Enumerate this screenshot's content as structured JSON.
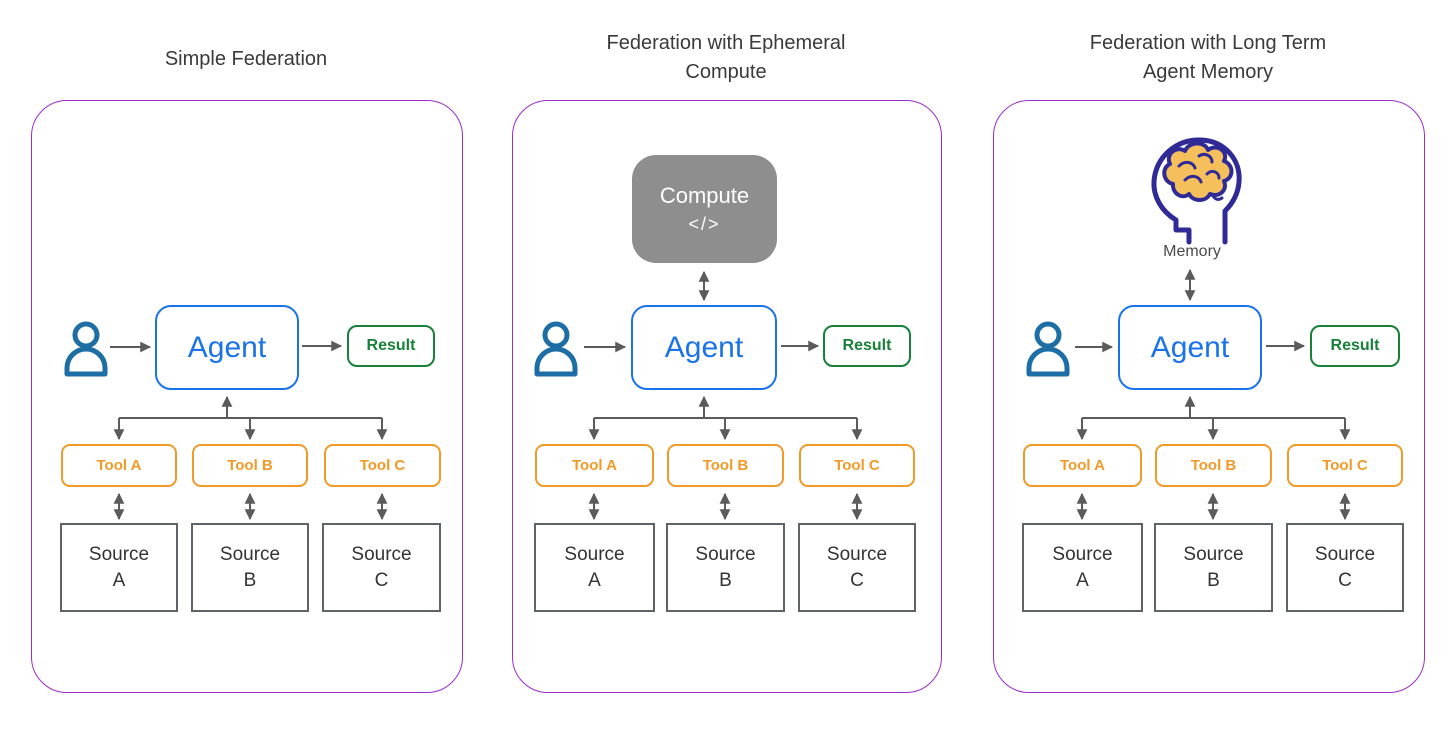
{
  "colors": {
    "panel_border": "#9C2BC9",
    "title_text": "#3A3A3A",
    "agent_blue": "#1A73E8",
    "person_blue": "#1C6EA4",
    "result_green": "#188038",
    "tool_orange": "#F09A28",
    "source_gray": "#5F6368",
    "compute_gray": "#8E8E8E",
    "compute_text": "#FFFFFF",
    "memory_indigo": "#2F2A95",
    "brain_fill": "#F5BF5C",
    "arrow_gray": "#5B5B5B"
  },
  "panels": [
    {
      "title_lines": [
        "Simple Federation"
      ],
      "user_icon": "person-icon",
      "agent_label": "Agent",
      "result_label": "Result",
      "tools": [
        "Tool A",
        "Tool B",
        "Tool C"
      ],
      "sources": [
        {
          "line1": "Source",
          "line2": "A"
        },
        {
          "line1": "Source",
          "line2": "B"
        },
        {
          "line1": "Source",
          "line2": "C"
        }
      ]
    },
    {
      "title_lines": [
        "Federation with Ephemeral",
        "Compute"
      ],
      "user_icon": "person-icon",
      "compute": {
        "label": "Compute",
        "code_glyph": "</>"
      },
      "agent_label": "Agent",
      "result_label": "Result",
      "tools": [
        "Tool A",
        "Tool B",
        "Tool C"
      ],
      "sources": [
        {
          "line1": "Source",
          "line2": "A"
        },
        {
          "line1": "Source",
          "line2": "B"
        },
        {
          "line1": "Source",
          "line2": "C"
        }
      ]
    },
    {
      "title_lines": [
        "Federation with Long Term",
        "Agent Memory"
      ],
      "user_icon": "person-icon",
      "memory": {
        "label": "Memory",
        "icon": "brain-head-icon"
      },
      "agent_label": "Agent",
      "result_label": "Result",
      "tools": [
        "Tool A",
        "Tool B",
        "Tool C"
      ],
      "sources": [
        {
          "line1": "Source",
          "line2": "A"
        },
        {
          "line1": "Source",
          "line2": "B"
        },
        {
          "line1": "Source",
          "line2": "C"
        }
      ]
    }
  ]
}
